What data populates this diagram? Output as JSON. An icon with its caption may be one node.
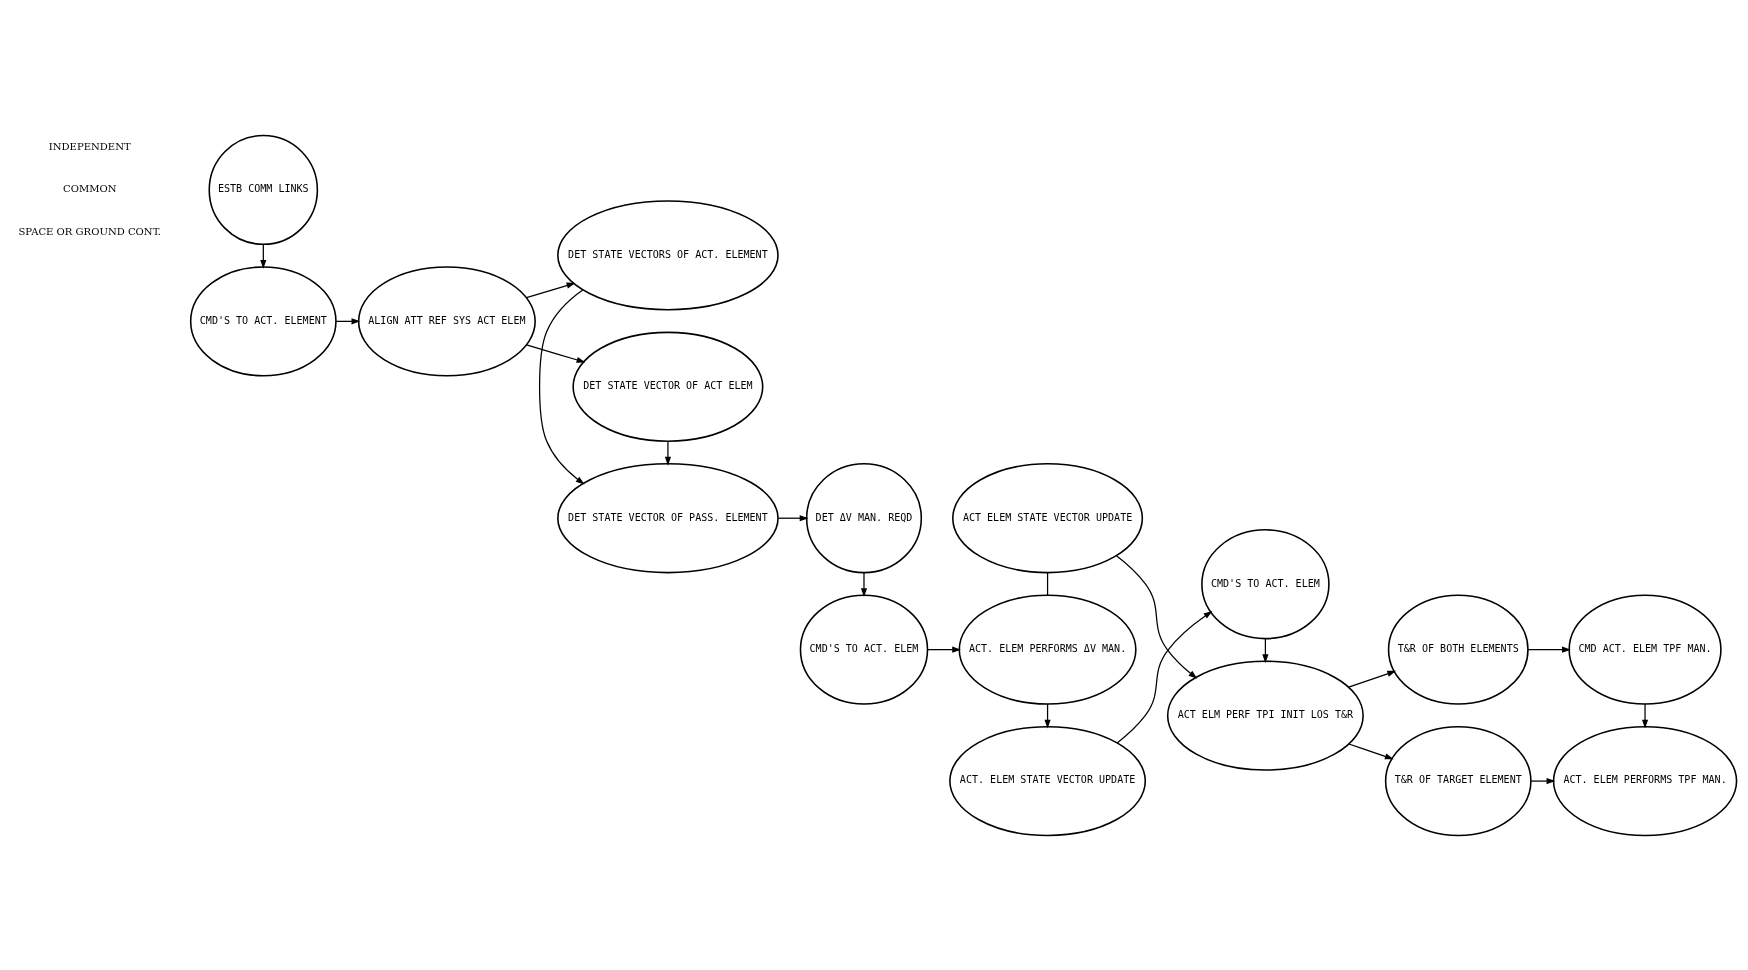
{
  "diagram": {
    "nodes": [
      {
        "text": [
          "ESTB COMM LINKS"
        ]
      },
      {
        "text": [
          "CMD'S TO ACT. ELEMENT"
        ]
      },
      {
        "text": [
          "ALIGN ATT REF SYS ACT ELEM"
        ]
      },
      {
        "text": [
          "DET STATE VECTOR OF ACT ELEM"
        ]
      },
      {
        "text": [
          "DET STATE VECTOR OF PASS. ELEMENT"
        ]
      },
      {
        "text": [
          "DET STATE VECTORS OF ACT. ELEMENT"
        ]
      },
      {
        "text": [
          "DET ΔV MAN. REQD"
        ]
      },
      {
        "text": [
          "CMD'S TO ACT. ELEM"
        ]
      },
      {
        "text": [
          "ACT ELEM STATE VECTOR UPDATE"
        ]
      },
      {
        "text": [
          "ACT. ELEM PERFORMS ΔV MAN."
        ]
      },
      {
        "text": [
          "ACT. ELEM STATE VECTOR UPDATE"
        ]
      },
      {
        "text": [
          "CMD'S TO ACT. ELEM"
        ]
      },
      {
        "text": [
          "ACT ELM PERF TPI INIT LOS T&R"
        ]
      },
      {
        "text": [
          "T&R OF TARGET ELEMENT"
        ]
      },
      {
        "text": [
          "T&R OF BOTH ELEMENTS"
        ]
      },
      {
        "text": [
          "CMD ACT. ELEM TPF MAN."
        ]
      },
      {
        "text": [
          "ACT. ELEM PERFORMS TPF MAN."
        ]
      }
    ],
    "edges": [
      {
        "from": 0,
        "to": 1,
        "arrow": "to"
      },
      {
        "from": 1,
        "to": 2,
        "arrow": "to"
      },
      {
        "from": 2,
        "to": 3,
        "arrow": "to"
      },
      {
        "from": 2,
        "to": 5,
        "arrow": "to"
      },
      {
        "from": 3,
        "to": 4,
        "arrow": "to"
      },
      {
        "from": 5,
        "to": 4,
        "arrow": "to"
      },
      {
        "from": 4,
        "to": 6,
        "arrow": "to"
      },
      {
        "from": 6,
        "to": 7,
        "arrow": "to"
      },
      {
        "from": 7,
        "to": 9,
        "arrow": "to"
      },
      {
        "from": 8,
        "to": 9,
        "arrow": "none"
      },
      {
        "from": 8,
        "to": 12,
        "arrow": "to"
      },
      {
        "from": 9,
        "to": 10,
        "arrow": "to"
      },
      {
        "from": 10,
        "to": 11,
        "arrow": "to"
      },
      {
        "from": 11,
        "to": 12,
        "arrow": "to"
      },
      {
        "from": 12,
        "to": 13,
        "arrow": "to"
      },
      {
        "from": 12,
        "to": 14,
        "arrow": "to"
      },
      {
        "from": 13,
        "to": 16,
        "arrow": "to"
      },
      {
        "from": 14,
        "to": 15,
        "arrow": "to"
      },
      {
        "from": 15,
        "to": 16,
        "arrow": "to"
      }
    ],
    "labels": [
      "INDEPENDENT",
      "COMMON",
      "SPACE OR GROUND CONT."
    ]
  }
}
